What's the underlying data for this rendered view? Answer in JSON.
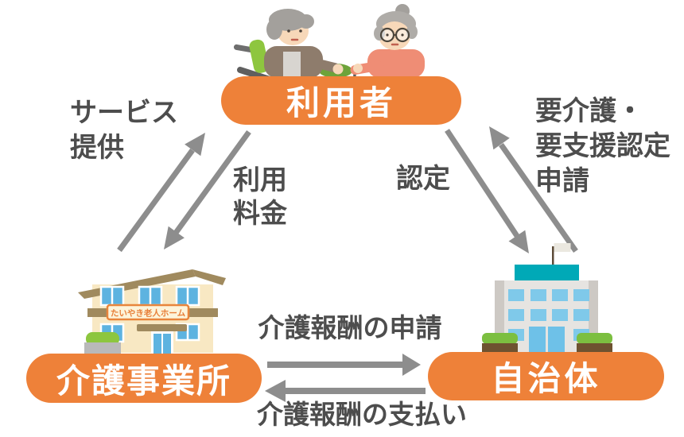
{
  "colors": {
    "accent_orange": "#ee8139",
    "arrow_gray": "#8d8d8d",
    "label_gray": "#4d4d4d"
  },
  "nodes": {
    "user": {
      "label": "利用者"
    },
    "care_provider": {
      "label": "介護事業所"
    },
    "municipality": {
      "label": "自治体"
    }
  },
  "relations": {
    "service_provision": {
      "lines": [
        "サービス",
        "提供"
      ],
      "from": "care_provider",
      "to": "user"
    },
    "usage_fee": {
      "lines": [
        "利用",
        "料金"
      ],
      "from": "user",
      "to": "care_provider"
    },
    "certification": {
      "lines": [
        "認定"
      ],
      "from": "municipality",
      "to": "user"
    },
    "certification_application": {
      "lines": [
        "要介護・",
        "要支援認定",
        "申請"
      ],
      "from": "user",
      "to": "municipality"
    },
    "care_fee_application": {
      "label": "介護報酬の申請",
      "from": "care_provider",
      "to": "municipality"
    },
    "care_fee_payment": {
      "label": "介護報酬の支払い",
      "from": "municipality",
      "to": "care_provider"
    }
  },
  "illustrations": {
    "elderly_couple": "elderly couple (wheelchair user and woman with cane)",
    "care_facility_sign": "たいやき老人ホーム",
    "government_building": "municipal office with flag"
  }
}
